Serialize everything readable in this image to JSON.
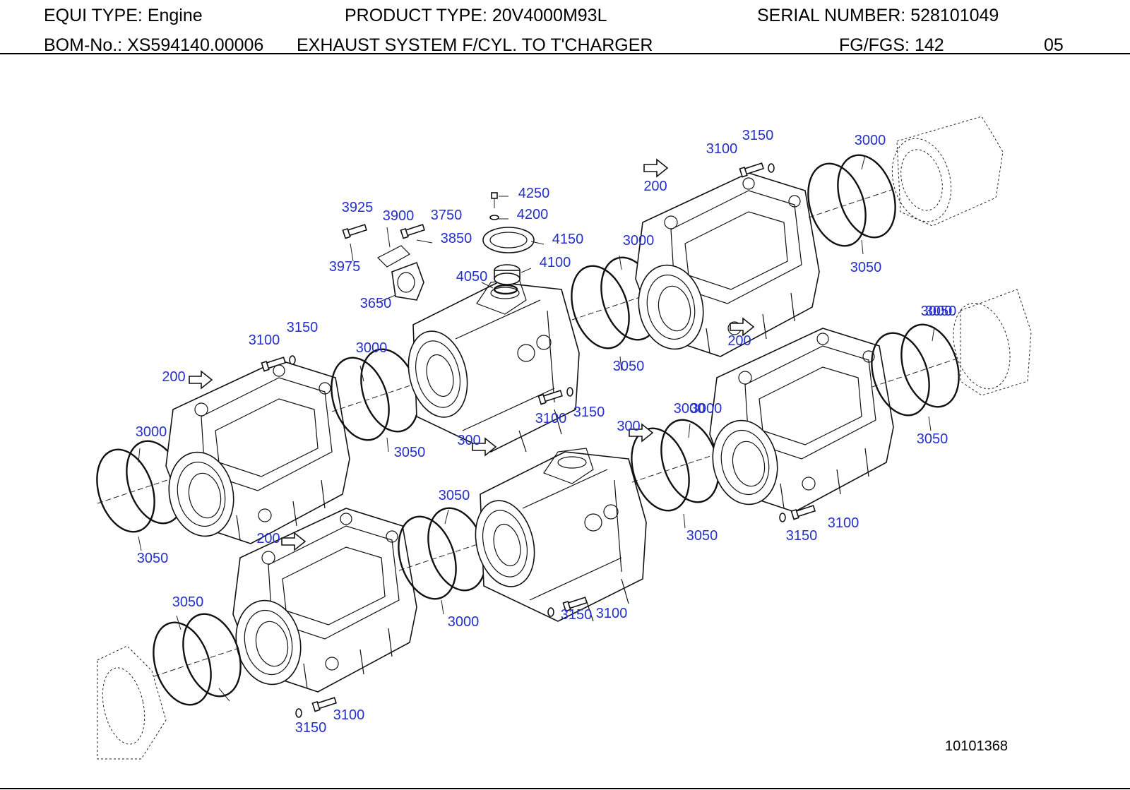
{
  "header": {
    "equi_type_label": "EQUI TYPE:",
    "equi_type_value": "Engine",
    "product_type_label": "PRODUCT TYPE:",
    "product_type_value": "20V4000M93L",
    "serial_number_label": "SERIAL NUMBER:",
    "serial_number_value": "528101049",
    "bom_label": "BOM-No.:",
    "bom_value": "XS594140.00006",
    "bom_description": "EXHAUST SYSTEM F/CYL. TO T'CHARGER",
    "fg_label": "FG/FGS:",
    "fg_value": "142",
    "page_number": "05"
  },
  "drawing_number": "10101368",
  "colors": {
    "callout": "#2430c8",
    "lines": "#111111"
  },
  "callouts": [
    "3150",
    "3100",
    "3000",
    "200",
    "3050",
    "4250",
    "4200",
    "4150",
    "4100",
    "4050",
    "3925",
    "3900",
    "3750",
    "3850",
    "3975",
    "3650",
    "3000",
    "3050",
    "3100",
    "3150",
    "200",
    "3000",
    "3050",
    "3000",
    "3050",
    "3100",
    "3150",
    "300",
    "200",
    "3000",
    "3050",
    "300",
    "3000",
    "3050",
    "3150",
    "3100",
    "3050",
    "200",
    "3000",
    "3050",
    "3150",
    "3100",
    "3050",
    "3000",
    "3150",
    "3100"
  ]
}
